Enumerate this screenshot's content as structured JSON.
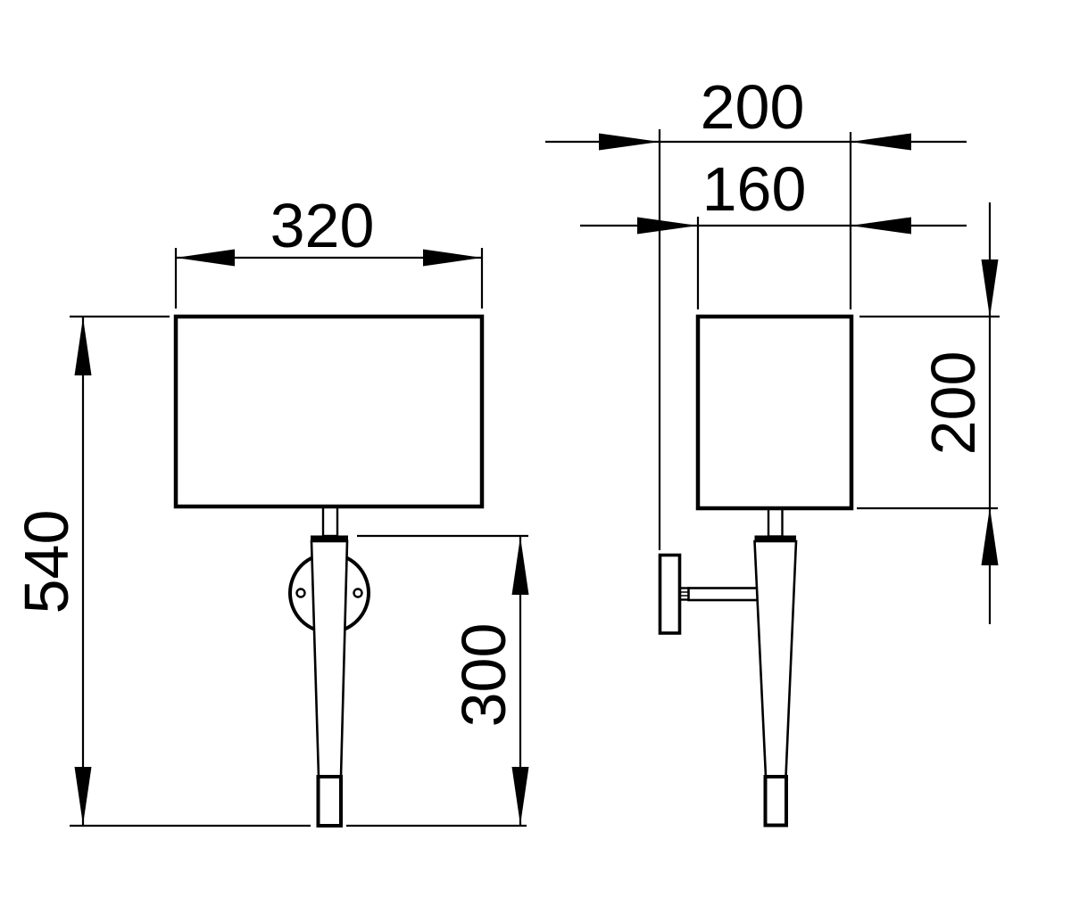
{
  "drawing": {
    "colors": {
      "line": "#000000",
      "background": "#ffffff"
    },
    "front_view": {
      "shade_width": "320",
      "overall_height": "540",
      "stem_height": "300"
    },
    "side_view": {
      "overall_depth": "200",
      "shade_depth": "160",
      "shade_height": "200"
    }
  }
}
